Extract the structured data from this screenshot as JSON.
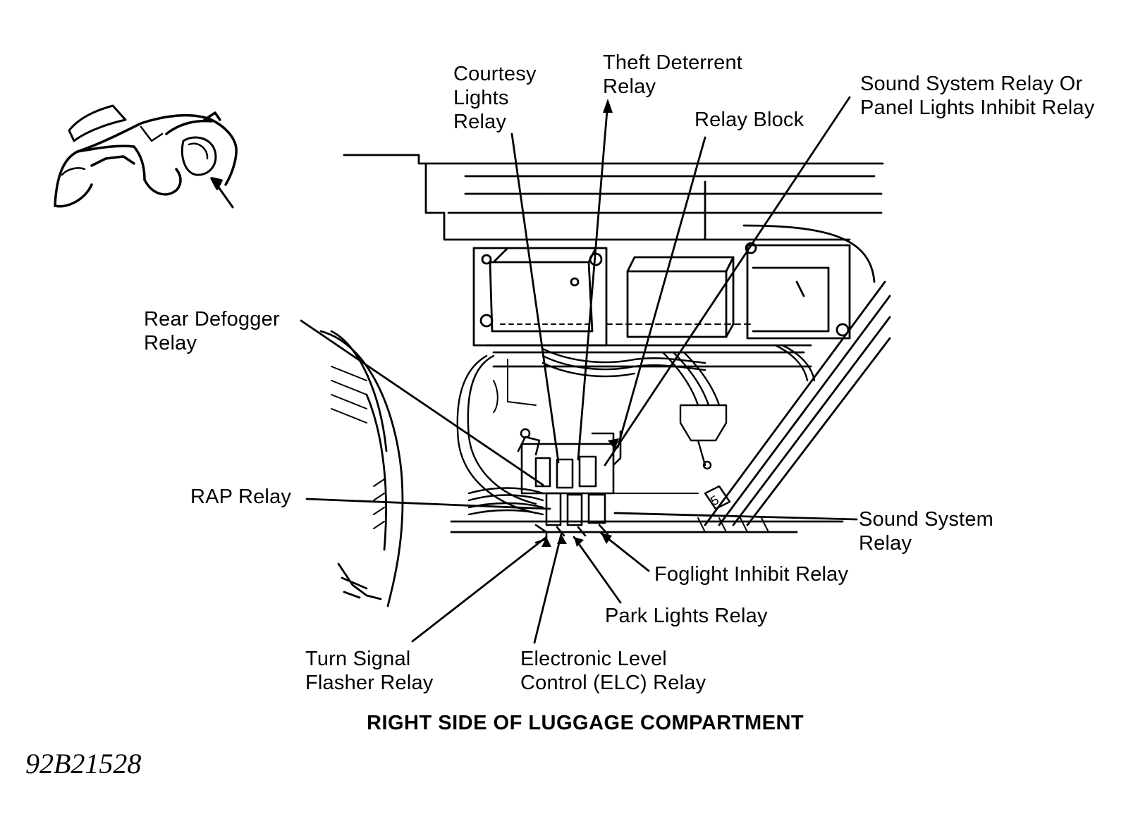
{
  "labels": {
    "courtesy_lights_relay": [
      "Courtesy",
      "Lights",
      "Relay"
    ],
    "theft_deterrent_relay": [
      "Theft Deterrent",
      "Relay"
    ],
    "relay_block": "Relay Block",
    "sound_system_or_panel_lights": [
      "Sound System Relay Or",
      "Panel Lights Inhibit Relay"
    ],
    "rear_defogger_relay": [
      "Rear Defogger",
      "Relay"
    ],
    "rap_relay": "RAP Relay",
    "sound_system_relay": [
      "Sound System",
      "Relay"
    ],
    "foglight_inhibit_relay": "Foglight Inhibit Relay",
    "park_lights_relay": "Park Lights Relay",
    "turn_signal_flasher_relay": [
      "Turn Signal",
      "Flasher Relay"
    ],
    "elc_relay": [
      "Electronic Level",
      "Control (ELC) Relay"
    ]
  },
  "caption": "RIGHT SIDE OF LUGGAGE COMPARTMENT",
  "figure_id": "92B21528",
  "relay_tag_number": "5"
}
